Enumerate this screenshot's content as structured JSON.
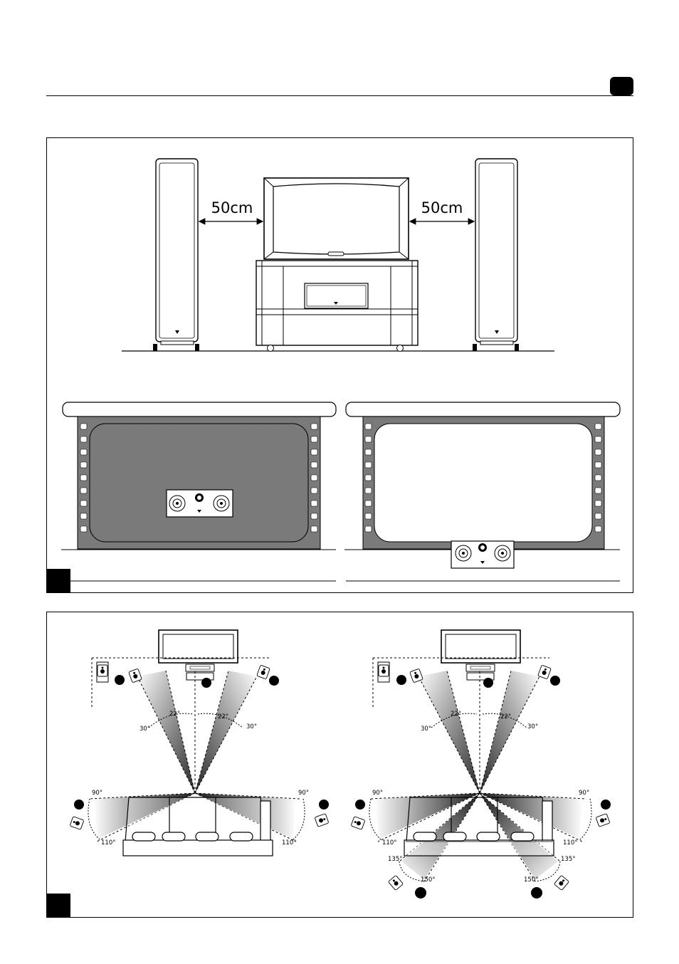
{
  "figure_top": {
    "distance_left_label": "50cm",
    "distance_right_label": "50cm"
  },
  "figure_bottom": {
    "left_diagram": {
      "front_angle_inner": "22°",
      "front_angle_outer": "30°",
      "front_angle_inner_right": "22°",
      "front_angle_outer_right": "30°",
      "side_angle_left_a": "90°",
      "side_angle_left_b": "110°",
      "side_angle_right_a": "90°",
      "side_angle_right_b": "110°"
    },
    "right_diagram": {
      "front_angle_inner": "22°",
      "front_angle_outer": "30°",
      "front_angle_inner_right": "22°",
      "front_angle_outer_right": "30°",
      "side_angle_left_a": "90°",
      "side_angle_left_b": "110°",
      "side_angle_right_a": "90°",
      "side_angle_right_b": "110°",
      "rear_angle_left_a": "135°",
      "rear_angle_left_b": "150°",
      "rear_angle_right_a": "135°",
      "rear_angle_right_b": "150°"
    }
  },
  "colors": {
    "ink": "#000000",
    "screen_frame": "#7a7a7a",
    "paper": "#ffffff"
  }
}
